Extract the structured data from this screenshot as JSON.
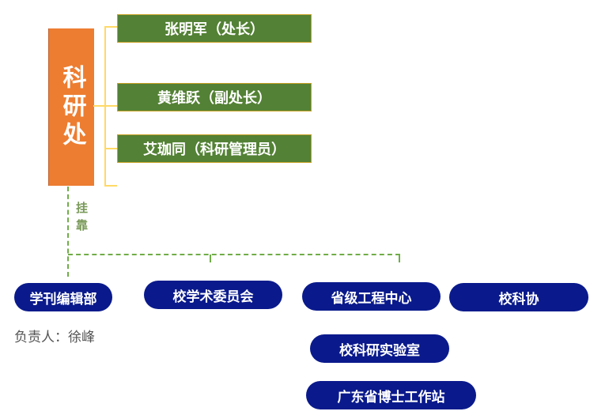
{
  "department": "科研处",
  "staff": [
    "张明军（处长）",
    "黄维跃（副处长）",
    "艾珈同（科研管理员）"
  ],
  "attach_label": "挂靠",
  "units": [
    "学刊编辑部",
    "校学术委员会",
    "省级工程中心",
    "校科协",
    "校科研实验室",
    "广东省博士工作站"
  ],
  "responsible": "负责人：徐峰",
  "colors": {
    "department": "#ed7d31",
    "staff": "#538135",
    "unit": "#0a1a8c",
    "connector": "#70ad47",
    "bracket": "#ffd966"
  }
}
